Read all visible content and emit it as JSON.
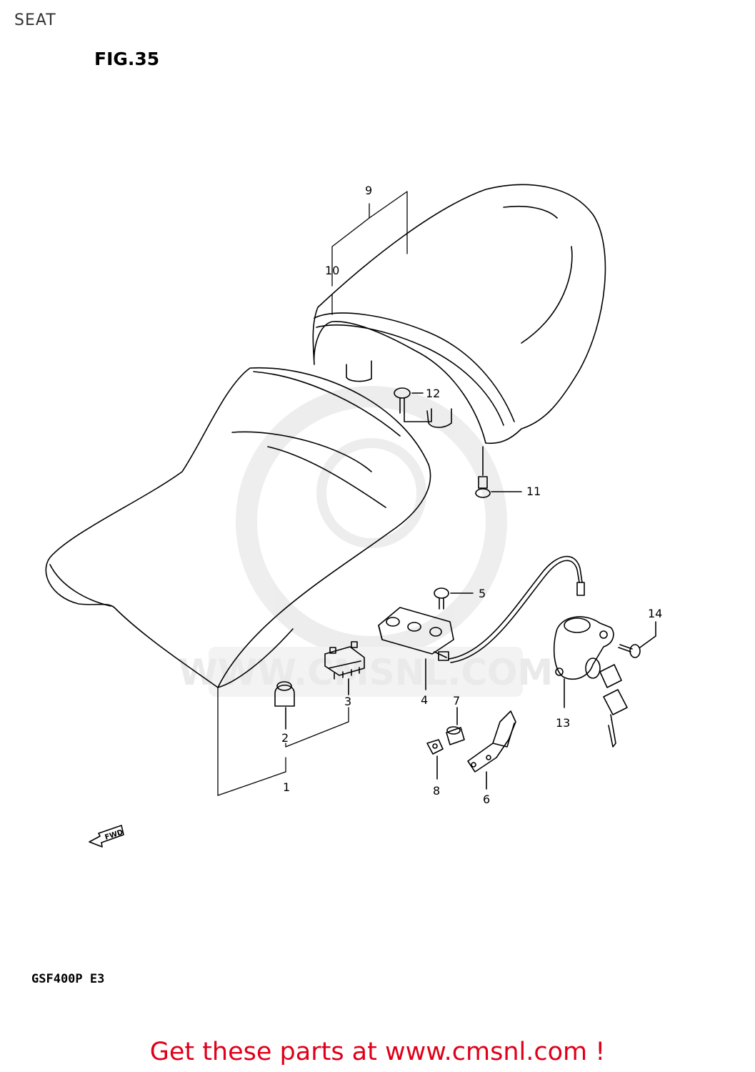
{
  "header": {
    "title": "SEAT"
  },
  "figure": {
    "label": "FIG.35",
    "model_code": "GSF400P E3"
  },
  "watermark": {
    "text": "WWW.CMSNL.COM",
    "color": "#e8e8e8"
  },
  "direction_marker": {
    "label": "FWD",
    "icon": "forward-arrow-icon"
  },
  "callouts": [
    {
      "id": "c1",
      "number": "1"
    },
    {
      "id": "c2",
      "number": "2"
    },
    {
      "id": "c3",
      "number": "3"
    },
    {
      "id": "c4",
      "number": "4"
    },
    {
      "id": "c5",
      "number": "5"
    },
    {
      "id": "c6",
      "number": "6"
    },
    {
      "id": "c7",
      "number": "7"
    },
    {
      "id": "c8",
      "number": "8"
    },
    {
      "id": "c9",
      "number": "9"
    },
    {
      "id": "c10",
      "number": "10"
    },
    {
      "id": "c11",
      "number": "11"
    },
    {
      "id": "c12",
      "number": "12"
    },
    {
      "id": "c13",
      "number": "13"
    },
    {
      "id": "c14",
      "number": "14"
    }
  ],
  "footer": {
    "banner": "Get these parts at www.cmsnl.com !",
    "banner_color": "#e0001a"
  }
}
